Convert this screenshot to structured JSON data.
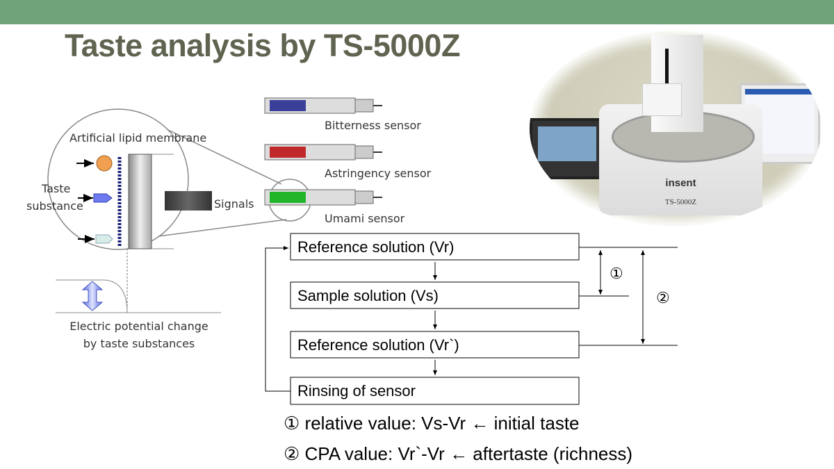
{
  "slide": {
    "title": "Taste analysis by TS-5000Z",
    "accent_color": "#6fa478",
    "title_color": "#5f6450"
  },
  "membrane_diagram": {
    "membrane_label": "Artificial lipid membrane",
    "taste_label": "Taste",
    "substance_label": "substance",
    "signals_label": "Signals",
    "potential_label_line1": "Electric potential change",
    "potential_label_line2": "by taste substances"
  },
  "sensors": [
    {
      "label": "Bitterness sensor",
      "color": "#3a3f9a"
    },
    {
      "label": "Astringency sensor",
      "color": "#c0282c"
    },
    {
      "label": "Umami sensor",
      "color": "#22b52a"
    }
  ],
  "photo": {
    "brand_logo": "insent",
    "model_logo": "TS-5000Z"
  },
  "flow": {
    "steps": [
      "Reference solution (Vr)",
      "Sample solution (Vs)",
      "Reference solution (Vr`)",
      "Rinsing of sensor"
    ],
    "marker1": "①",
    "marker2": "②"
  },
  "notes": [
    "① relative value: Vs-Vr  ← initial taste",
    "② CPA value: Vr`-Vr ← aftertaste (richness)"
  ]
}
